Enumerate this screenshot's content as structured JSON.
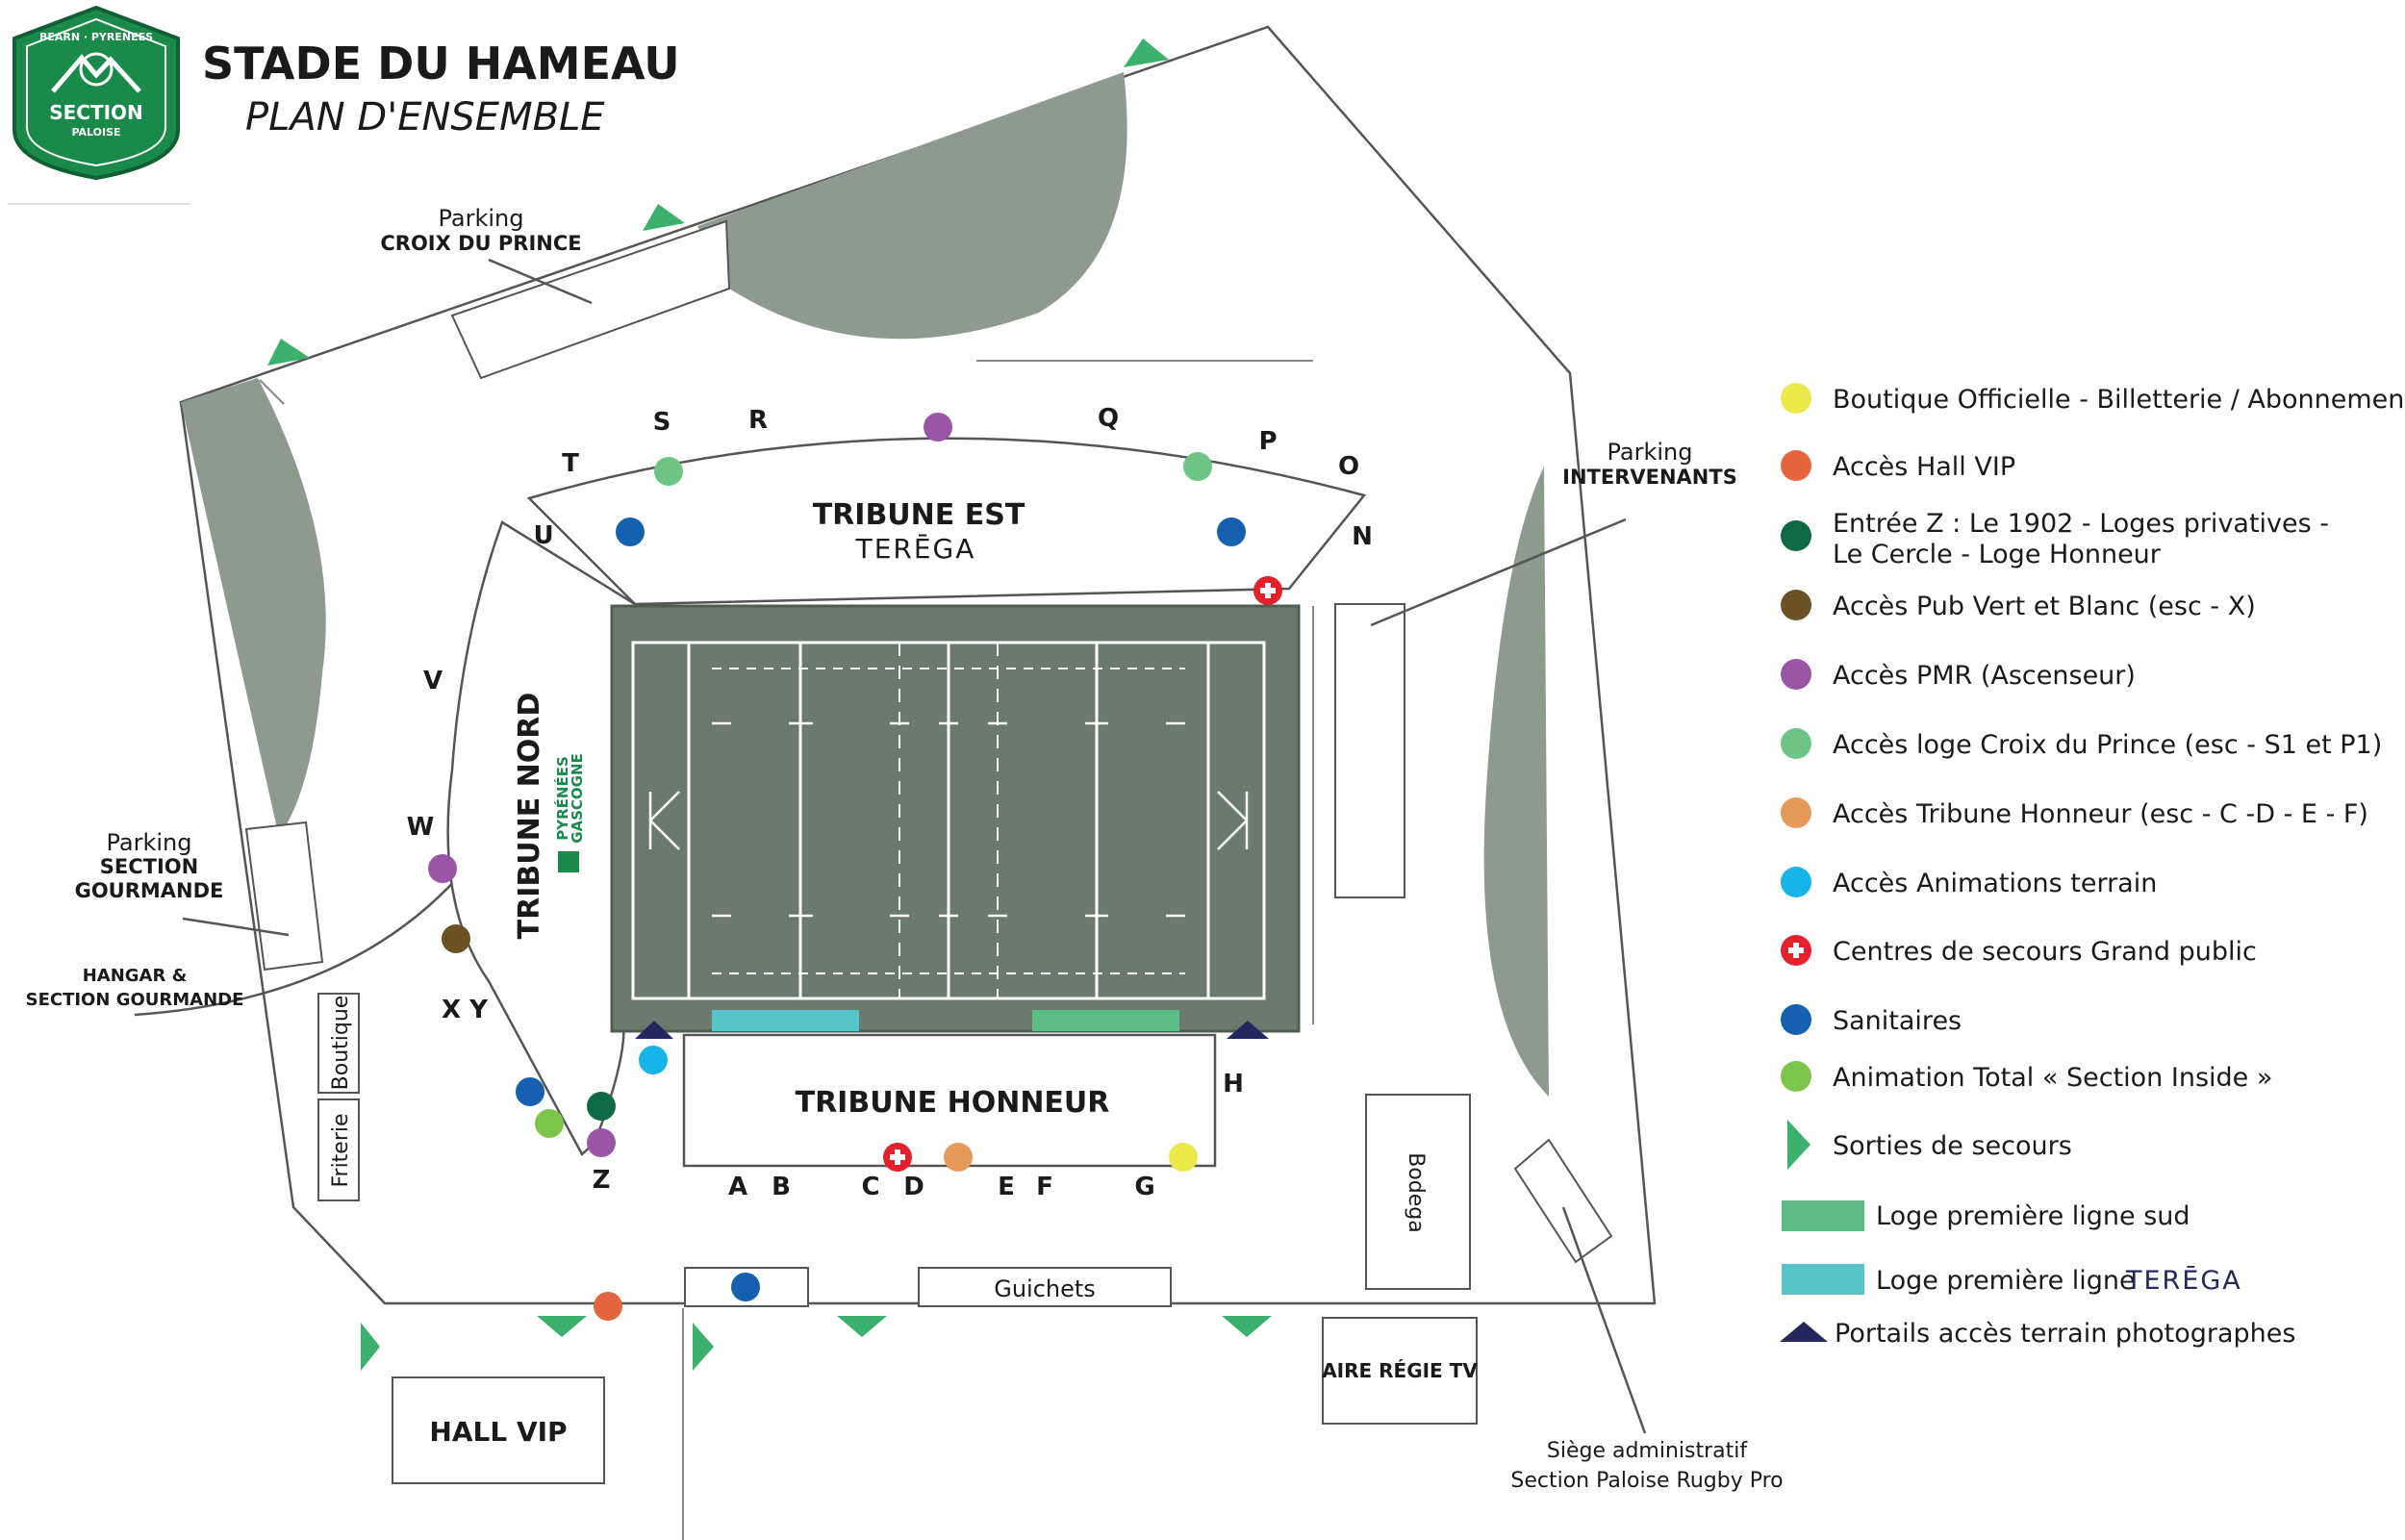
{
  "header": {
    "title": "STADE DU HAMEAU",
    "subtitle": "PLAN D'ENSEMBLE",
    "logo": {
      "top_text": "BEARN · PYRENEES",
      "name": "SECTION",
      "sub": "PALOISE"
    }
  },
  "colors": {
    "club_green": "#1a8a4a",
    "slope_gray": "#8e9a8f",
    "pitch": "#6b7a6e",
    "boutique_yellow": "#ece94a",
    "hall_vip_orange": "#e4643e",
    "entree_z_green": "#0e6a45",
    "pub_brown": "#6b5226",
    "pmr_purple": "#9a55a6",
    "croix_prince_green": "#6ec485",
    "honneur_orange": "#e69a5a",
    "animations_cyan": "#17b4e8",
    "secours_red": "#e4202b",
    "sanitaires_blue": "#1561b0",
    "total_green": "#7cc54a",
    "exit_green": "#3cb16e",
    "loge_sud": "#5cbd86",
    "loge_terega": "#56c6ca",
    "photo_navy": "#24275e"
  },
  "stands": {
    "est": {
      "name": "TRIBUNE EST",
      "sponsor": "TERĒGA"
    },
    "nord": {
      "name": "TRIBUNE NORD",
      "sponsor_line1": "PYRÉNÉES",
      "sponsor_line2": "GASCOGNE"
    },
    "honneur": {
      "name": "TRIBUNE HONNEUR"
    }
  },
  "gate_letters": [
    "S",
    "R",
    "Q",
    "P",
    "T",
    "O",
    "U",
    "N",
    "V",
    "W",
    "X Y",
    "Z",
    "A",
    "B",
    "C",
    "D",
    "E",
    "F",
    "G",
    "H"
  ],
  "places": {
    "parking_croix_prince": {
      "line1": "Parking",
      "line2": "CROIX DU PRINCE"
    },
    "parking_intervenants": {
      "line1": "Parking",
      "line2": "INTERVENANTS"
    },
    "parking_section_gourmande": {
      "line1": "Parking",
      "line2": "SECTION",
      "line3": "GOURMANDE"
    },
    "hangar": {
      "line1": "HANGAR &",
      "line2": "SECTION GOURMANDE"
    },
    "boutique": "Boutique",
    "friterie": "Friterie",
    "guichets": "Guichets",
    "bodega": "Bodega",
    "hall_vip": "HALL VIP",
    "aire_regie": "AIRE RÉGIE TV",
    "siege": {
      "line1": "Siège administratif",
      "line2": "Section Paloise Rugby Pro"
    }
  },
  "legend": [
    {
      "label": "Boutique Officielle - Billetterie / Abonnements",
      "kind": "dot",
      "color": "#ece94a"
    },
    {
      "label": "Accès Hall VIP",
      "kind": "dot",
      "color": "#e4643e"
    },
    {
      "label": "Entrée Z : Le 1902 - Loges privatives -",
      "label2": "Le Cercle - Loge Honneur",
      "kind": "dot",
      "color": "#0e6a45"
    },
    {
      "label": "Accès Pub Vert et Blanc (esc - X)",
      "kind": "dot",
      "color": "#6b5226"
    },
    {
      "label": "Accès PMR (Ascenseur)",
      "kind": "dot",
      "color": "#9a55a6"
    },
    {
      "label": "Accès loge Croix du Prince (esc - S1 et P1)",
      "kind": "dot",
      "color": "#6ec485"
    },
    {
      "label": "Accès Tribune Honneur (esc - C -D - E - F)",
      "kind": "dot",
      "color": "#e69a5a"
    },
    {
      "label": "Accès Animations terrain",
      "kind": "dot",
      "color": "#17b4e8"
    },
    {
      "label": "Centres de secours Grand public",
      "kind": "cross",
      "color": "#e4202b"
    },
    {
      "label": "Sanitaires",
      "kind": "dot",
      "color": "#1561b0"
    },
    {
      "label": "Animation Total « Section Inside »",
      "kind": "dot",
      "color": "#7cc54a"
    },
    {
      "label": "Sorties de secours",
      "kind": "exit",
      "color": "#3cb16e"
    },
    {
      "label": "Loge première ligne sud",
      "kind": "rect",
      "color": "#5cbd86"
    },
    {
      "label": "Loge première ligne",
      "label_brand": "TERĒGA",
      "kind": "rect",
      "color": "#56c6ca"
    },
    {
      "label": "Portails accès terrain photographes",
      "kind": "tri",
      "color": "#24275e"
    }
  ]
}
